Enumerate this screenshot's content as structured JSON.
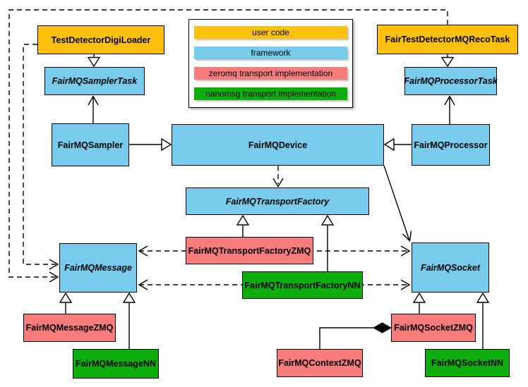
{
  "diagram": {
    "legend": {
      "items": [
        {
          "label": "user code",
          "color": "#FFC10D"
        },
        {
          "label": "framework",
          "color": "#79CBEC"
        },
        {
          "label": "zeromq transport implementation",
          "color": "#F97C7C"
        },
        {
          "label": "nanomsg transport implementation",
          "color": "#0CAD0C"
        }
      ]
    },
    "nodes": [
      {
        "label": "TestDetectorDigiLoader",
        "category": "user code",
        "abstract": false
      },
      {
        "label": "FairMQSamplerTask",
        "category": "framework",
        "abstract": true
      },
      {
        "label": "FairTestDetectorMQRecoTask",
        "category": "user code",
        "abstract": false
      },
      {
        "label": "FairMQProcessorTask",
        "category": "framework",
        "abstract": true
      },
      {
        "label": "FairMQSampler",
        "category": "framework",
        "abstract": false
      },
      {
        "label": "FairMQDevice",
        "category": "framework",
        "abstract": false
      },
      {
        "label": "FairMQProcessor",
        "category": "framework",
        "abstract": false
      },
      {
        "label": "FairMQTransportFactory",
        "category": "framework",
        "abstract": true
      },
      {
        "label": "FairMQTransportFactoryZMQ",
        "category": "zeromq transport implementation",
        "abstract": false
      },
      {
        "label": "FairMQTransportFactoryNN",
        "category": "nanomsg transport implementation",
        "abstract": false
      },
      {
        "label": "FairMQMessage",
        "category": "framework",
        "abstract": true
      },
      {
        "label": "FairMQSocket",
        "category": "framework",
        "abstract": true
      },
      {
        "label": "FairMQMessageZMQ",
        "category": "zeromq transport implementation",
        "abstract": false
      },
      {
        "label": "FairMQMessageNN",
        "category": "nanomsg transport implementation",
        "abstract": false
      },
      {
        "label": "FairMQContextZMQ",
        "category": "zeromq transport implementation",
        "abstract": false
      },
      {
        "label": "FairMQSocketZMQ",
        "category": "zeromq transport implementation",
        "abstract": false
      },
      {
        "label": "FairMQSocketNN",
        "category": "nanomsg transport implementation",
        "abstract": false
      }
    ],
    "edges": [
      {
        "from": "TestDetectorDigiLoader",
        "to": "FairMQSamplerTask",
        "type": "inheritance"
      },
      {
        "from": "FairTestDetectorMQRecoTask",
        "to": "FairMQProcessorTask",
        "type": "inheritance"
      },
      {
        "from": "FairMQSampler",
        "to": "FairMQSamplerTask",
        "type": "association"
      },
      {
        "from": "FairMQProcessor",
        "to": "FairMQProcessorTask",
        "type": "association"
      },
      {
        "from": "FairMQSampler",
        "to": "FairMQDevice",
        "type": "inheritance"
      },
      {
        "from": "FairMQProcessor",
        "to": "FairMQDevice",
        "type": "inheritance"
      },
      {
        "from": "FairMQDevice",
        "to": "FairMQTransportFactory",
        "type": "dependency"
      },
      {
        "from": "FairMQDevice",
        "to": "FairMQSocket",
        "type": "association"
      },
      {
        "from": "FairMQTransportFactoryZMQ",
        "to": "FairMQTransportFactory",
        "type": "inheritance"
      },
      {
        "from": "FairMQTransportFactoryNN",
        "to": "FairMQTransportFactory",
        "type": "inheritance"
      },
      {
        "from": "FairMQTransportFactoryZMQ",
        "to": "FairMQMessage",
        "type": "dependency"
      },
      {
        "from": "FairMQTransportFactoryZMQ",
        "to": "FairMQSocket",
        "type": "dependency"
      },
      {
        "from": "FairMQTransportFactoryNN",
        "to": "FairMQMessage",
        "type": "dependency"
      },
      {
        "from": "FairMQTransportFactoryNN",
        "to": "FairMQSocket",
        "type": "dependency"
      },
      {
        "from": "TestDetectorDigiLoader",
        "to": "FairMQMessage",
        "type": "dependency"
      },
      {
        "from": "FairTestDetectorMQRecoTask",
        "to": "FairMQMessage",
        "type": "dependency"
      },
      {
        "from": "FairMQMessageZMQ",
        "to": "FairMQMessage",
        "type": "inheritance"
      },
      {
        "from": "FairMQMessageNN",
        "to": "FairMQMessage",
        "type": "inheritance"
      },
      {
        "from": "FairMQSocketZMQ",
        "to": "FairMQSocket",
        "type": "inheritance"
      },
      {
        "from": "FairMQSocketNN",
        "to": "FairMQSocket",
        "type": "inheritance"
      },
      {
        "from": "FairMQSocketZMQ",
        "to": "FairMQContextZMQ",
        "type": "composition"
      }
    ]
  }
}
